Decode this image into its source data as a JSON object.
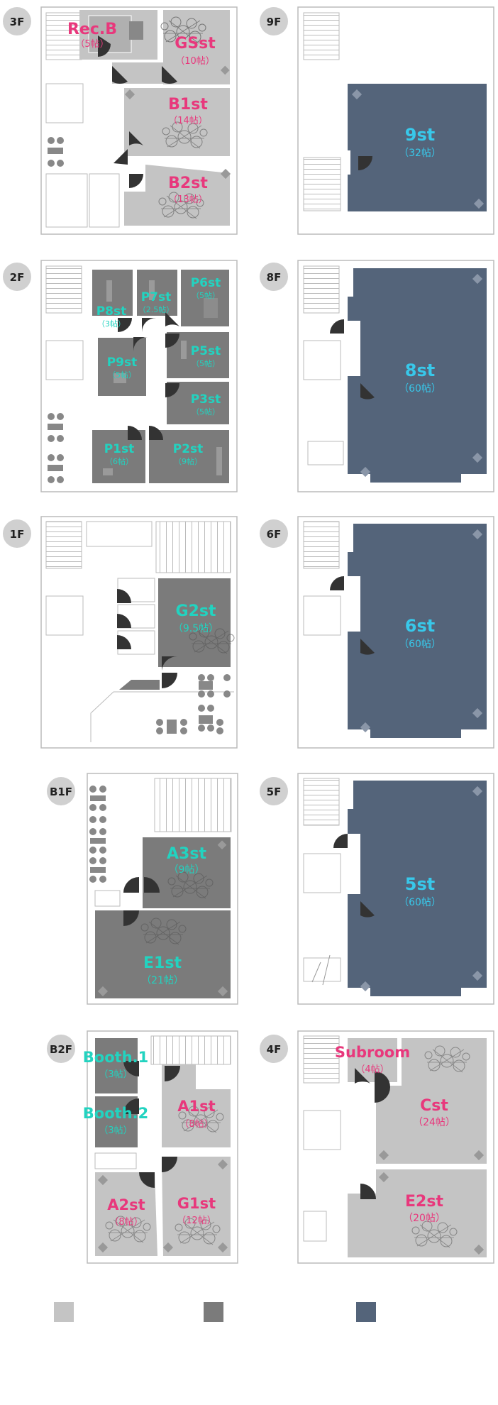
{
  "colors": {
    "pink": "#e8387c",
    "teal": "#22d3c0",
    "blue": "#38c8ea",
    "light_room": "#c4c4c4",
    "mid_room": "#7b7b7b",
    "dark_room": "#54647a",
    "door": "#333333"
  },
  "floors": {
    "f3": {
      "badge": "3F",
      "recb": {
        "name": "Rec.B",
        "size": "（5帖）"
      },
      "gsst": {
        "name": "GSst",
        "size": "（10帖）"
      },
      "b1st": {
        "name": "B1st",
        "size": "（14帖）"
      },
      "b2st": {
        "name": "B2st",
        "size": "（13帖）"
      }
    },
    "f9": {
      "badge": "9F",
      "st9": {
        "name": "9st",
        "size": "（32帖）"
      }
    },
    "f2": {
      "badge": "2F",
      "p8": {
        "name": "P8st",
        "size": "（3帖）"
      },
      "p7": {
        "name": "P7st",
        "size": "（2.5帖）"
      },
      "p6": {
        "name": "P6st",
        "size": "（5帖）"
      },
      "p9": {
        "name": "P9st",
        "size": "（5帖）"
      },
      "p5": {
        "name": "P5st",
        "size": "（5帖）"
      },
      "p3": {
        "name": "P3st",
        "size": "（5帖）"
      },
      "p1": {
        "name": "P1st",
        "size": "（6帖）"
      },
      "p2": {
        "name": "P2st",
        "size": "（9帖）"
      }
    },
    "f8": {
      "badge": "8F",
      "st8": {
        "name": "8st",
        "size": "（60帖）"
      }
    },
    "f1": {
      "badge": "1F",
      "g2": {
        "name": "G2st",
        "size": "（9.5帖）"
      }
    },
    "f6": {
      "badge": "6F",
      "st6": {
        "name": "6st",
        "size": "（60帖）"
      }
    },
    "fb1": {
      "badge": "B1F",
      "a3": {
        "name": "A3st",
        "size": "（9帖）"
      },
      "e1": {
        "name": "E1st",
        "size": "（21帖）"
      }
    },
    "f5": {
      "badge": "5F",
      "st5": {
        "name": "5st",
        "size": "（60帖）"
      }
    },
    "fb2": {
      "badge": "B2F",
      "booth1": {
        "name": "Booth.1",
        "size": "（3帖）"
      },
      "booth2": {
        "name": "Booth.2",
        "size": "（3帖）"
      },
      "a1": {
        "name": "A1st",
        "size": "（8帖）"
      },
      "a2": {
        "name": "A2st",
        "size": "（8帖）"
      },
      "g1": {
        "name": "G1st",
        "size": "（12帖）"
      }
    },
    "f4": {
      "badge": "4F",
      "subroom": {
        "name": "Subroom",
        "size": "（4帖）"
      },
      "cst": {
        "name": "Cst",
        "size": "（24帖）"
      },
      "e2": {
        "name": "E2st",
        "size": "（20帖）"
      }
    }
  },
  "legend": [
    {
      "color": "#c4c4c4"
    },
    {
      "color": "#7b7b7b"
    },
    {
      "color": "#54647a"
    }
  ]
}
